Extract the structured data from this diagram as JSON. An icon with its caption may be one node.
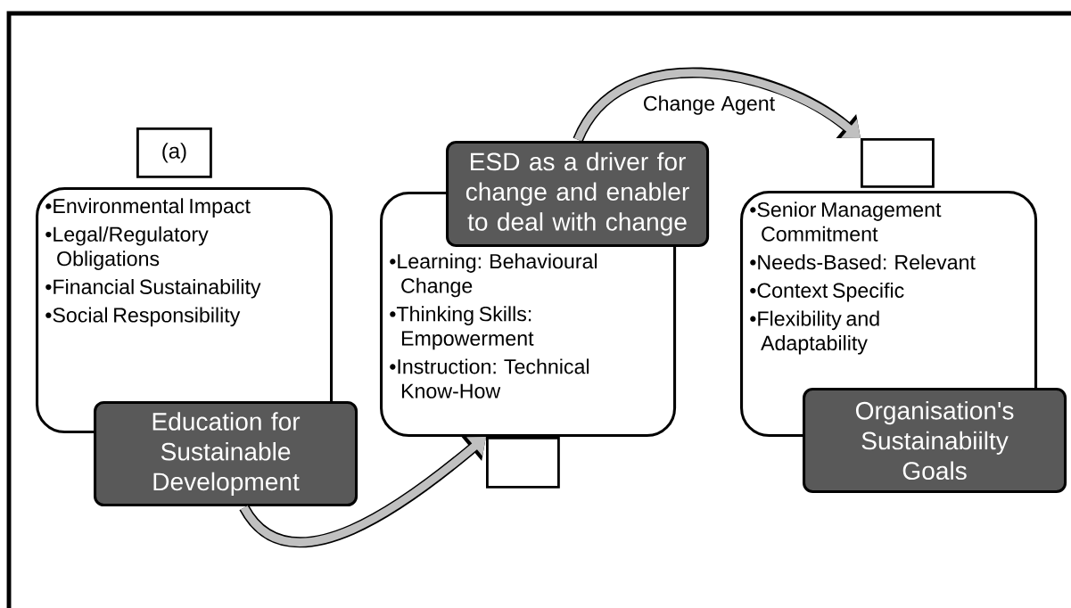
{
  "diagram": {
    "nodes": [
      {
        "text": [
          "(a)"
        ]
      },
      {
        "text": [
          "•Environmental Impact",
          "•Legal/Regulatory Obligations",
          "•Financial Sustainability",
          "•Social Responsibility"
        ]
      },
      {
        "text": [
          "Education for Sustainable Development"
        ]
      },
      {
        "text": [
          "•Learning: Behavioural Change",
          "•Thinking Skills: Empowerment",
          "•Instruction: Technical Know-How"
        ]
      },
      {
        "text": [
          "ESD as a driver for change and enabler to deal with change"
        ]
      },
      {
        "text": [],
        "shape": "box"
      },
      {
        "text": [],
        "shape": "box"
      },
      {
        "text": [
          "•Senior Management Commitment",
          "•Needs-Based: Relevant",
          "•Context Specific",
          "•Flexibility and Adaptability"
        ]
      },
      {
        "text": [
          "Organisation's Sustainabiilty Goals"
        ]
      }
    ],
    "edges": [
      {
        "from": 2,
        "to": 5,
        "arrow": "to"
      },
      {
        "from": 4,
        "to": 6,
        "arrow": "to",
        "label": "Change Agent"
      }
    ]
  }
}
